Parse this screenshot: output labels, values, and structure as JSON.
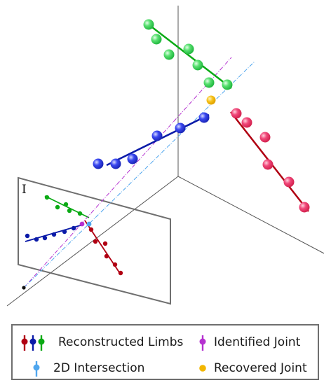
{
  "image_plane": {
    "label": "I"
  },
  "legend": {
    "items": [
      {
        "id": "reconstructed-limbs",
        "label": "Reconstructed Limbs",
        "colors": [
          "#b00012",
          "#0a1aa8",
          "#0aaa14"
        ]
      },
      {
        "id": "identified-joint",
        "label": "Identified Joint",
        "colors": [
          "#b531d0"
        ]
      },
      {
        "id": "2d-intersection",
        "label": "2D Intersection",
        "colors": [
          "#4fa6ee"
        ]
      },
      {
        "id": "recovered-joint",
        "label": "Recovered Joint",
        "colors": [
          "#f2b600"
        ]
      }
    ]
  },
  "colors": {
    "red_limb": "#b00012",
    "red_joint": "#e8284a",
    "blue_limb": "#0a1aa8",
    "blue_joint": "#2a3ae8",
    "green_limb": "#0aaa14",
    "green_joint": "#3ad84a",
    "magenta_ray": "#b531d0",
    "cyan_ray": "#4fa6ee",
    "recovered_joint": "#f2b600",
    "axes": "#555555",
    "plane_border": "#6f6f6f"
  }
}
